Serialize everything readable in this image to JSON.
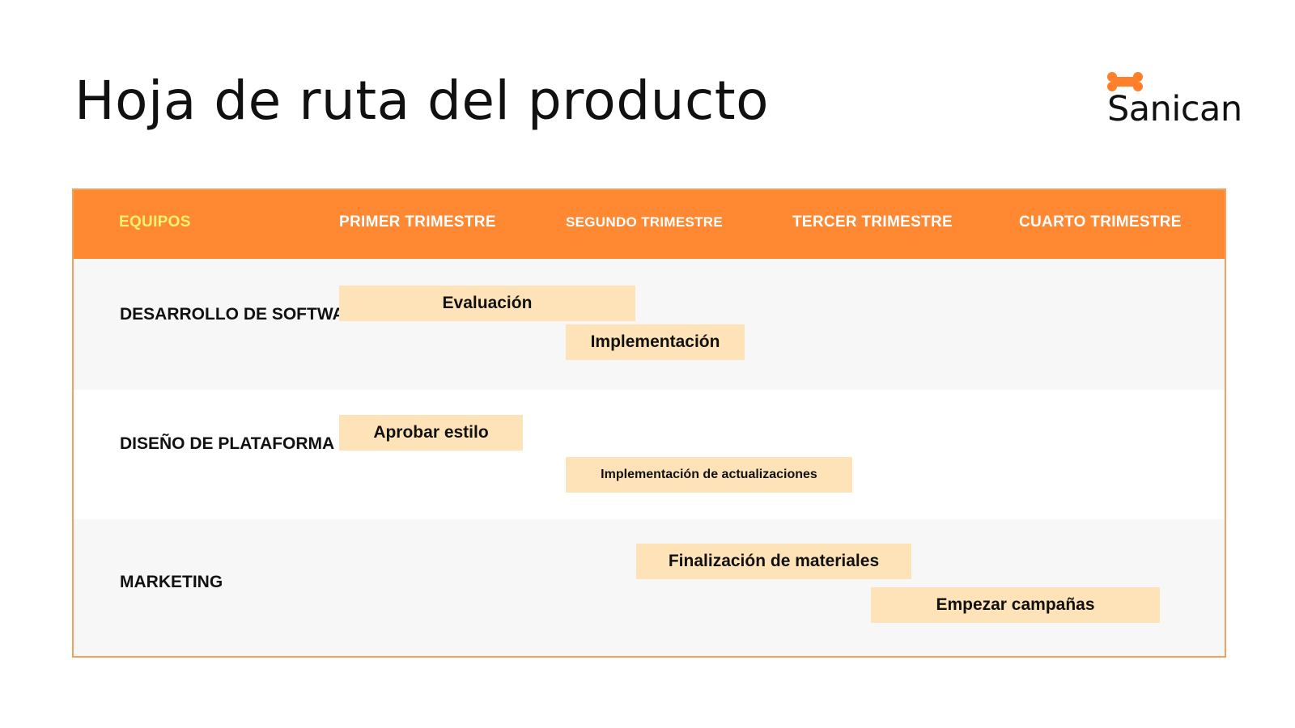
{
  "title": "Hoja de ruta del producto",
  "brand": {
    "name": "Sanican",
    "icon": "bone-icon",
    "accent": "#ff7f2a"
  },
  "colors": {
    "header": "#ff8833",
    "teams_header": "#fff26b",
    "bar": "#ffe3b8",
    "row_shade": "#f7f7f7"
  },
  "header": {
    "teams": "EQUIPOS",
    "quarters": [
      "PRIMER TRIMESTRE",
      "SEGUNDO TRIMESTRE",
      "TERCER TRIMESTRE",
      "CUARTO TRIMESTRE"
    ]
  },
  "teams": [
    {
      "name": "DESARROLLO DE SOFTWARE",
      "tasks": [
        {
          "label": "Evaluación"
        },
        {
          "label": "Implementación"
        }
      ]
    },
    {
      "name": "DISEÑO DE PLATAFORMA",
      "tasks": [
        {
          "label": "Aprobar estilo"
        },
        {
          "label": "Implementación de actualizaciones"
        }
      ]
    },
    {
      "name": "MARKETING",
      "tasks": [
        {
          "label": "Finalización de materiales"
        },
        {
          "label": "Empezar campañas"
        }
      ]
    }
  ]
}
